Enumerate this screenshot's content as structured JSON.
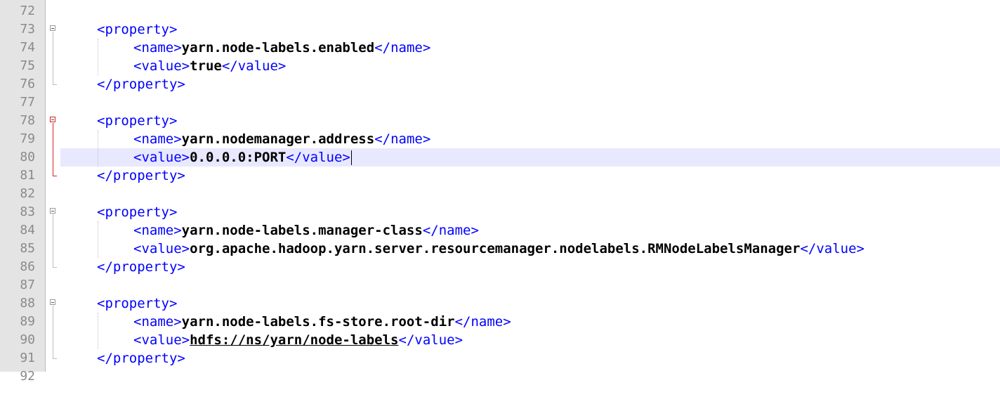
{
  "editor": {
    "lines": [
      {
        "num": "72",
        "open": "",
        "text": "",
        "close": ""
      },
      {
        "num": "73",
        "open": "<property>",
        "text": "",
        "close": ""
      },
      {
        "num": "74",
        "open": "<name>",
        "text": "yarn.node-labels.enabled",
        "close": "</name>"
      },
      {
        "num": "75",
        "open": "<value>",
        "text": "true",
        "close": "</value>"
      },
      {
        "num": "76",
        "open": "</property>",
        "text": "",
        "close": ""
      },
      {
        "num": "77",
        "open": "",
        "text": "",
        "close": ""
      },
      {
        "num": "78",
        "open": "<property>",
        "text": "",
        "close": ""
      },
      {
        "num": "79",
        "open": "<name>",
        "text": "yarn.nodemanager.address",
        "close": "</name>"
      },
      {
        "num": "80",
        "open": "<value>",
        "text": "0.0.0.0:PORT",
        "close": "</value>"
      },
      {
        "num": "81",
        "open": "</property>",
        "text": "",
        "close": ""
      },
      {
        "num": "82",
        "open": "",
        "text": "",
        "close": ""
      },
      {
        "num": "83",
        "open": "<property>",
        "text": "",
        "close": ""
      },
      {
        "num": "84",
        "open": "<name>",
        "text": "yarn.node-labels.manager-class",
        "close": "</name>"
      },
      {
        "num": "85",
        "open": "<value>",
        "text": "org.apache.hadoop.yarn.server.resourcemanager.nodelabels.RMNodeLabelsManager",
        "close": "</value>"
      },
      {
        "num": "86",
        "open": "</property>",
        "text": "",
        "close": ""
      },
      {
        "num": "87",
        "open": "",
        "text": "",
        "close": ""
      },
      {
        "num": "88",
        "open": "<property>",
        "text": "",
        "close": ""
      },
      {
        "num": "89",
        "open": "<name>",
        "text": "yarn.node-labels.fs-store.root-dir",
        "close": "</name>"
      },
      {
        "num": "90",
        "open": "<value>",
        "text": "hdfs://ns/yarn/node-labels",
        "close": "</value>"
      },
      {
        "num": "91",
        "open": "</property>",
        "text": "",
        "close": ""
      },
      {
        "num": "92",
        "open": "",
        "text": "",
        "close": ""
      }
    ]
  },
  "colors": {
    "tag": "#0000ff",
    "text": "#000000",
    "line_number": "#8a8a8a",
    "current_line_bg": "#e8e8ff",
    "active_fold": "#d4242c"
  }
}
